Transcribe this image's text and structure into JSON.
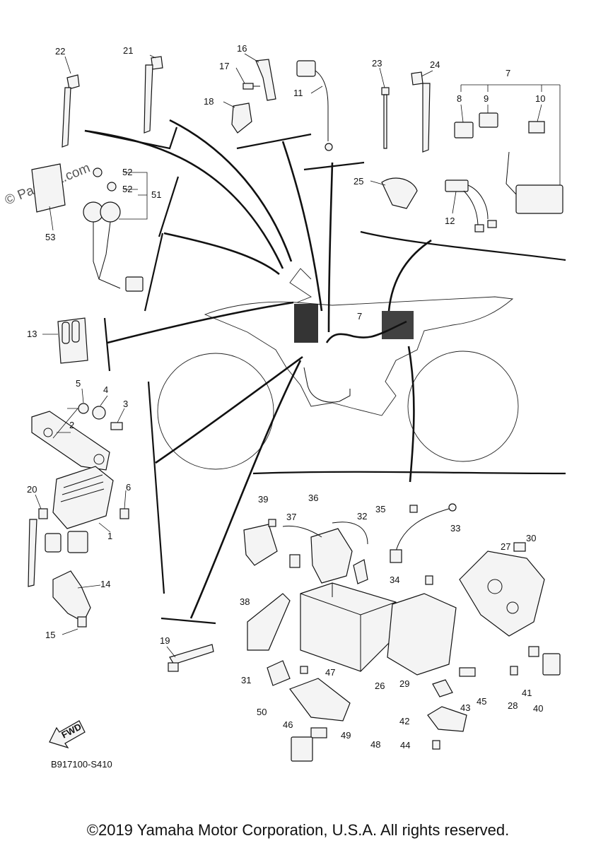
{
  "watermark": "© Partzilla.com",
  "diagram_code": "B917100-S410",
  "fwd_label": "FWD",
  "copyright": "©2019 Yamaha Motor Corporation, U.S.A. All rights reserved.",
  "callouts": {
    "c1": "1",
    "c2": "2",
    "c3": "3",
    "c4": "4",
    "c5": "5",
    "c6": "6",
    "c7": "7",
    "c7b": "7",
    "c8": "8",
    "c9": "9",
    "c10": "10",
    "c11": "11",
    "c12": "12",
    "c13": "13",
    "c14": "14",
    "c15": "15",
    "c16": "16",
    "c17": "17",
    "c18": "18",
    "c19": "19",
    "c20": "20",
    "c21": "21",
    "c22": "22",
    "c23": "23",
    "c24": "24",
    "c25": "25",
    "c26": "26",
    "c27": "27",
    "c28": "28",
    "c29": "29",
    "c30": "30",
    "c31": "31",
    "c32": "32",
    "c33": "33",
    "c34": "34",
    "c35": "35",
    "c36": "36",
    "c37": "37",
    "c38": "38",
    "c39": "39",
    "c40": "40",
    "c41": "41",
    "c42": "42",
    "c43": "43",
    "c44": "44",
    "c45": "45",
    "c46": "46",
    "c47": "47",
    "c48": "48",
    "c49": "49",
    "c50": "50",
    "c51": "51",
    "c52a": "52",
    "c52b": "52",
    "c53": "53"
  }
}
